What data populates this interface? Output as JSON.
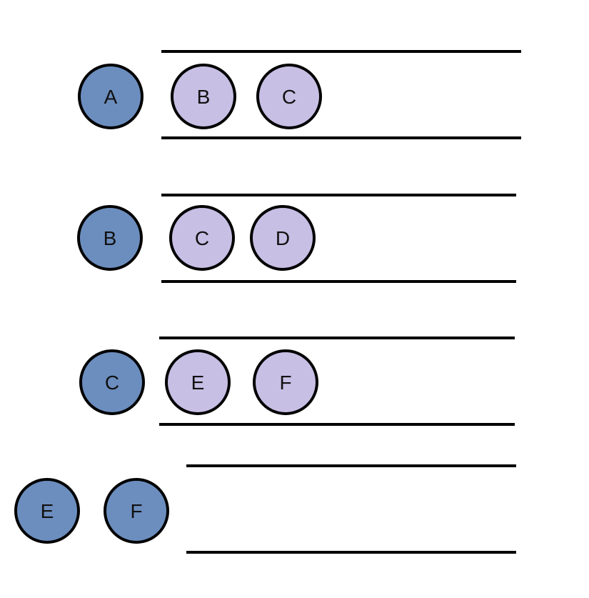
{
  "colors": {
    "current_node": "#6c8ebf",
    "queued_node": "#c8bfe5",
    "stroke": "#000000"
  },
  "steps": [
    {
      "current": [
        "A"
      ],
      "queue": [
        "B",
        "C"
      ]
    },
    {
      "current": [
        "B"
      ],
      "queue": [
        "C",
        "D"
      ]
    },
    {
      "current": [
        "C"
      ],
      "queue": [
        "E",
        "F"
      ]
    },
    {
      "current": [
        "E",
        "F"
      ],
      "queue": []
    }
  ]
}
